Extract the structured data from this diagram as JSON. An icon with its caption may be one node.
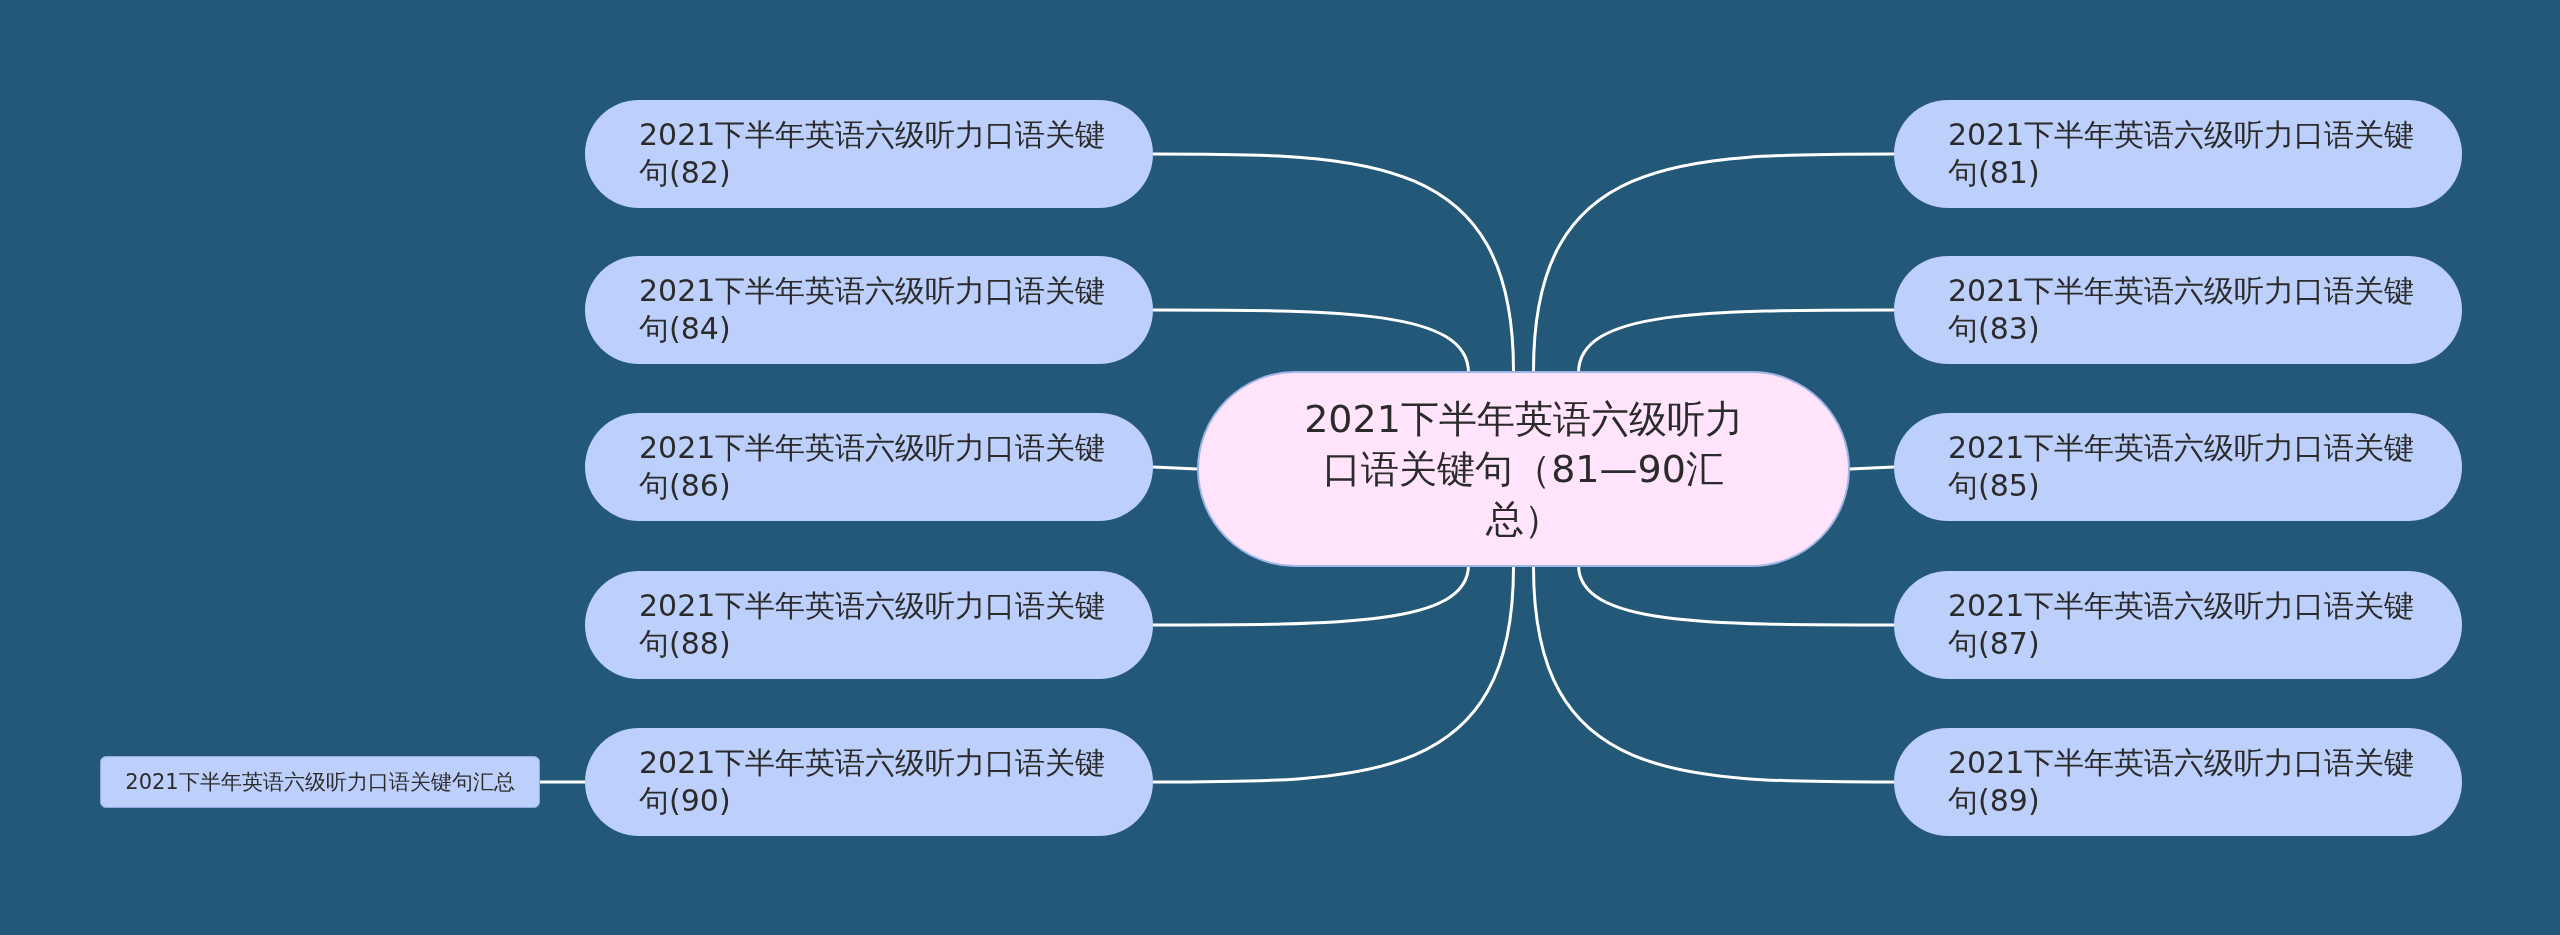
{
  "diagram": {
    "nodes": [
      {
        "text": [
          "2021下半年英语六级听力口语关键句（81—90汇总）"
        ]
      },
      {
        "text": [
          "2021下半年英语六级听力口语关键句(81)"
        ]
      },
      {
        "text": [
          "2021下半年英语六级听力口语关键句(82)"
        ]
      },
      {
        "text": [
          "2021下半年英语六级听力口语关键句(83)"
        ]
      },
      {
        "text": [
          "2021下半年英语六级听力口语关键句(84)"
        ]
      },
      {
        "text": [
          "2021下半年英语六级听力口语关键句(85)"
        ]
      },
      {
        "text": [
          "2021下半年英语六级听力口语关键句(86)"
        ]
      },
      {
        "text": [
          "2021下半年英语六级听力口语关键句(87)"
        ]
      },
      {
        "text": [
          "2021下半年英语六级听力口语关键句(88)"
        ]
      },
      {
        "text": [
          "2021下半年英语六级听力口语关键句(89)"
        ]
      },
      {
        "text": [
          "2021下半年英语六级听力口语关键句(90)"
        ]
      },
      {
        "text": [
          "2021下半年英语六级听力口语关键句汇总"
        ]
      }
    ],
    "edges": [
      {
        "from": 0,
        "to": 1,
        "arrow": "none"
      },
      {
        "from": 0,
        "to": 2,
        "arrow": "none"
      },
      {
        "from": 0,
        "to": 3,
        "arrow": "none"
      },
      {
        "from": 0,
        "to": 4,
        "arrow": "none"
      },
      {
        "from": 0,
        "to": 5,
        "arrow": "none"
      },
      {
        "from": 0,
        "to": 6,
        "arrow": "none"
      },
      {
        "from": 0,
        "to": 7,
        "arrow": "none"
      },
      {
        "from": 0,
        "to": 8,
        "arrow": "none"
      },
      {
        "from": 0,
        "to": 9,
        "arrow": "none"
      },
      {
        "from": 0,
        "to": 10,
        "arrow": "none"
      },
      {
        "from": 10,
        "to": 11,
        "arrow": "none"
      }
    ]
  }
}
